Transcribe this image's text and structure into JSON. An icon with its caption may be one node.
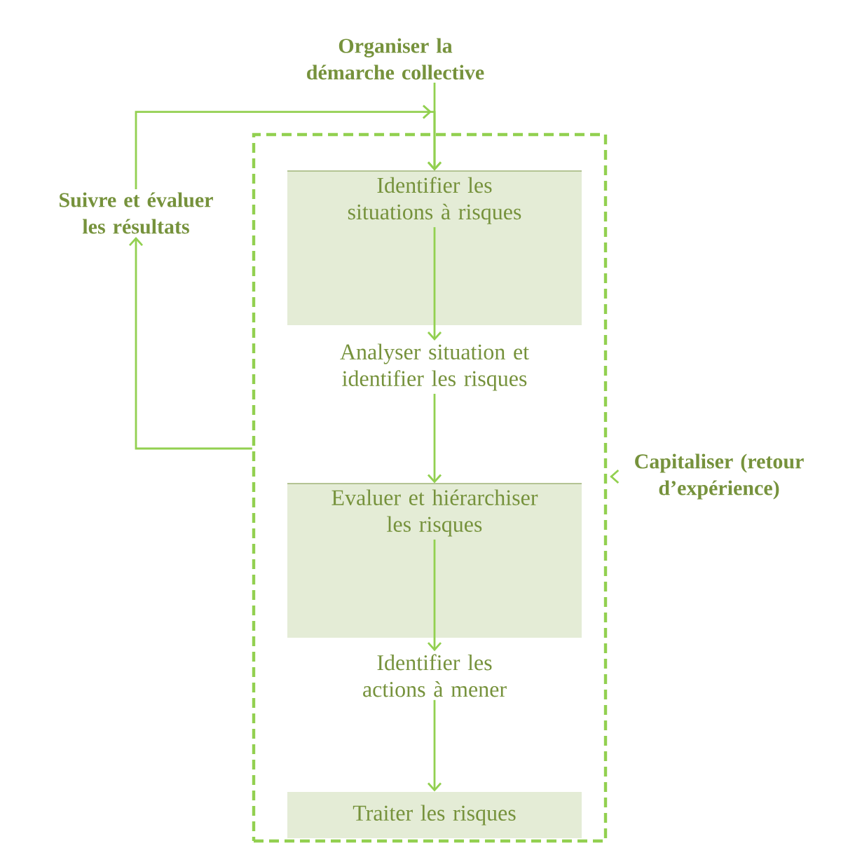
{
  "diagram": {
    "nodes": [
      {
        "text": [
          "Organiser la démarche collective"
        ]
      },
      {
        "text": [],
        "shape": "box"
      },
      {
        "text": [
          "Identifier les situations à risques"
        ],
        "in": 1
      },
      {
        "text": [
          "Analyser situation et identifier les risques"
        ],
        "in": 1
      },
      {
        "text": [
          "Evaluer et hiérarchiser les risques"
        ],
        "in": 1
      },
      {
        "text": [
          "Identifier les actions à mener"
        ],
        "in": 1
      },
      {
        "text": [
          "Traiter les risques"
        ],
        "in": 1
      },
      {
        "text": [
          "Suivre et évaluer les résultats"
        ]
      },
      {
        "text": [
          "Capitaliser (retour d’expérience)"
        ]
      }
    ],
    "edges": [
      {
        "from": 0,
        "to": 2,
        "arrow": "to"
      },
      {
        "from": 2,
        "to": 3,
        "arrow": "to"
      },
      {
        "from": 3,
        "to": 4,
        "arrow": "to"
      },
      {
        "from": 4,
        "to": 5,
        "arrow": "to"
      },
      {
        "from": 5,
        "to": 6,
        "arrow": "to"
      },
      {
        "from": 1,
        "to": 7,
        "arrow": "to"
      },
      {
        "from": 7,
        "to": 2,
        "arrow": "to"
      },
      {
        "from": 8,
        "to": 1,
        "arrow": "to"
      }
    ]
  }
}
